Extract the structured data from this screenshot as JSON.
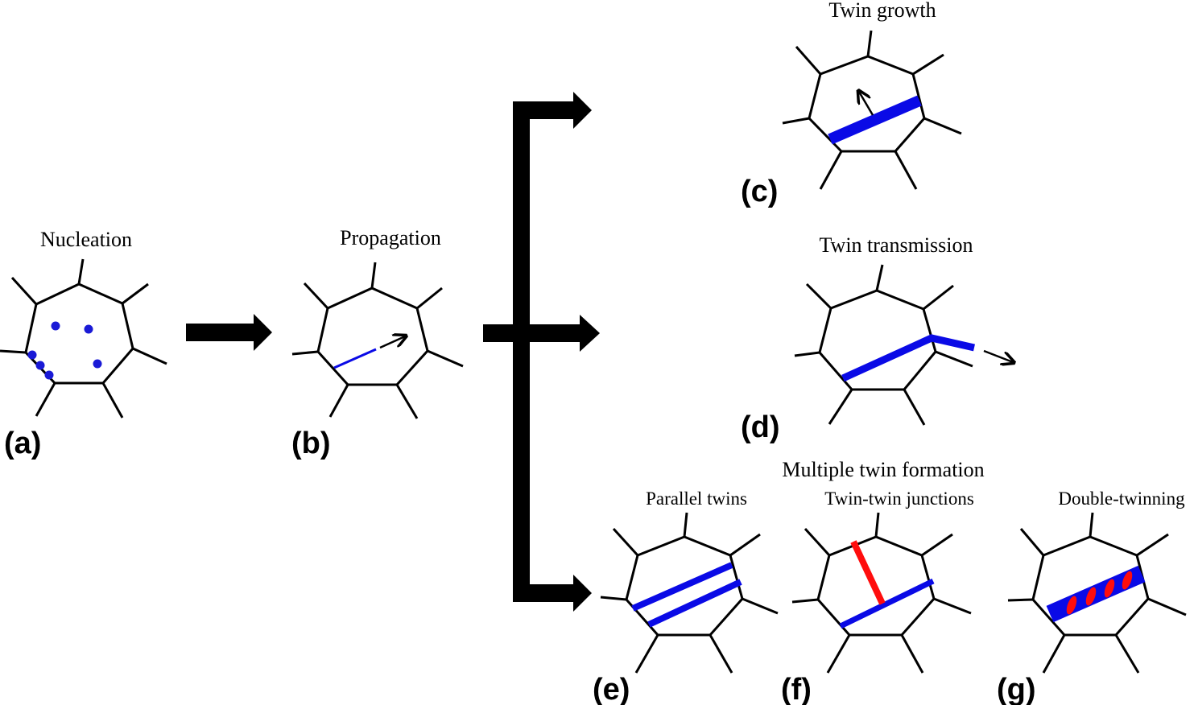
{
  "captions": {
    "nucleation": "Nucleation",
    "propagation": "Propagation",
    "twin_growth": "Twin growth",
    "twin_transmission": "Twin transmission",
    "multiple_twin_formation": "Multiple twin formation",
    "parallel_twins": "Parallel twins",
    "twin_twin_junctions": "Twin-twin junctions",
    "double_twinning": "Double-twinning"
  },
  "panel_labels": {
    "a": "(a)",
    "b": "(b)",
    "c": "(c)",
    "d": "(d)",
    "e": "(e)",
    "f": "(f)",
    "g": "(g)"
  },
  "colors": {
    "twin": "#0a0ae6",
    "secondary_twin": "#ff0d0d",
    "grain_boundary": "#000000",
    "arrow": "#000000"
  }
}
